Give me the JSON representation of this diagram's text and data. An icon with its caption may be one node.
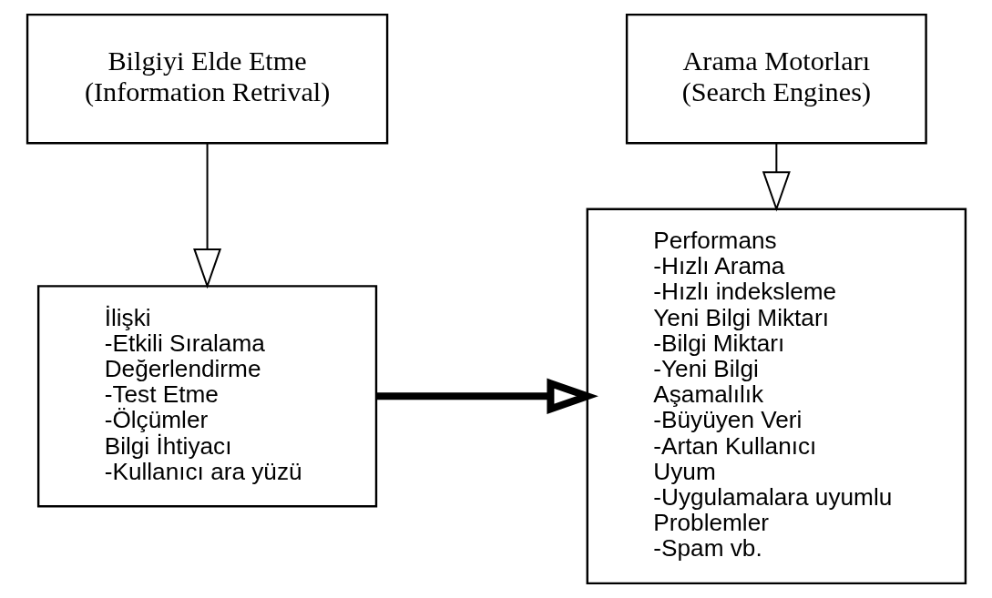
{
  "diagram": {
    "nodes": [
      {
        "text": [
          "Bilgiyi Elde Etme",
          "(Information Retrival)"
        ]
      },
      {
        "text": [
          "İlişki",
          "-Etkili Sıralama",
          "Değerlendirme",
          "-Test Etme",
          "-Ölçümler",
          "Bilgi İhtiyacı",
          "-Kullanıcı ara yüzü"
        ]
      },
      {
        "text": [
          "Arama Motorları",
          "(Search Engines)"
        ]
      },
      {
        "text": [
          "Performans",
          "-Hızlı Arama",
          "-Hızlı indeksleme",
          "Yeni Bilgi Miktarı",
          "-Bilgi Miktarı",
          "-Yeni Bilgi",
          "Aşamalılık",
          "-Büyüyen Veri",
          "-Artan Kullanıcı",
          "Uyum",
          "-Uygulamalara uyumlu",
          "Problemler",
          "-Spam vb."
        ]
      }
    ],
    "edges": [
      {
        "from": 0,
        "to": 1,
        "arrow": "to"
      },
      {
        "from": 2,
        "to": 3,
        "arrow": "to"
      },
      {
        "from": 1,
        "to": 3,
        "arrow": "to",
        "style": "thick"
      }
    ]
  }
}
